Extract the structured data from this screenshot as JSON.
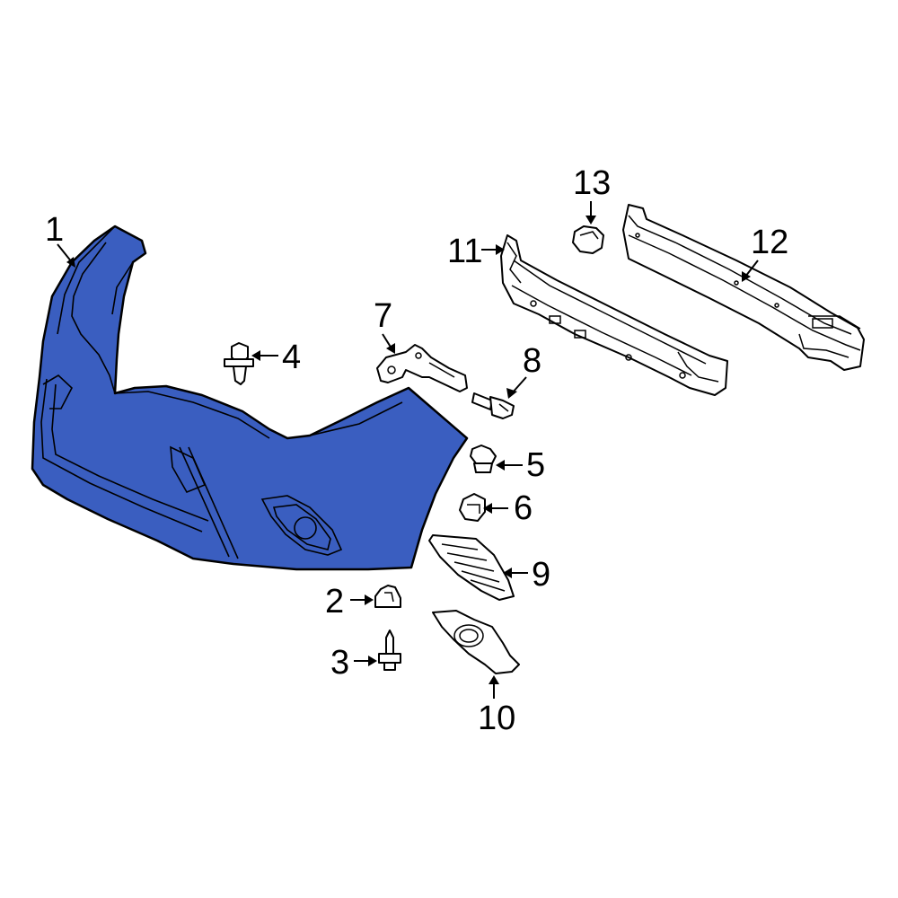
{
  "colors": {
    "highlight_part": "#3a5ec0",
    "outline": "#000000",
    "background": "#ffffff"
  },
  "callouts": {
    "c1": "1",
    "c2": "2",
    "c3": "3",
    "c4": "4",
    "c5": "5",
    "c6": "6",
    "c7": "7",
    "c8": "8",
    "c9": "9",
    "c10": "10",
    "c11": "11",
    "c12": "12",
    "c13": "13"
  }
}
